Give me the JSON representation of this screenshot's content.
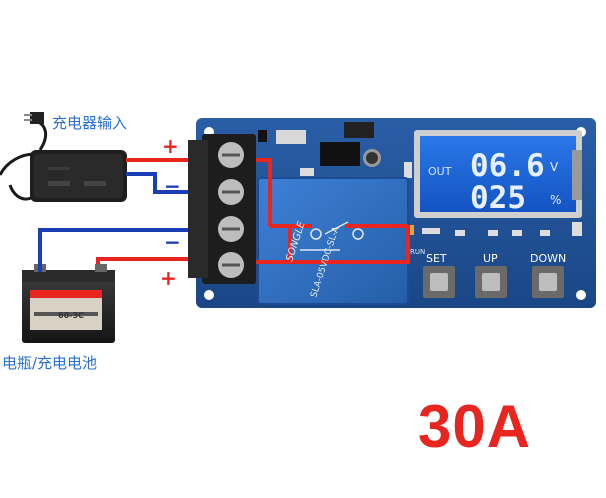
{
  "labels": {
    "charger_input": "充电器输入",
    "battery": "电瓶/充电电池",
    "rating": "30A"
  },
  "polarity": {
    "charger_plus": "+",
    "charger_minus": "−",
    "battery_minus": "−",
    "battery_plus": "+"
  },
  "lcd": {
    "out": "OUT",
    "voltage": "06.6",
    "voltage_unit": "V",
    "percent": "025",
    "percent_unit": "%"
  },
  "board": {
    "run": "RUN",
    "set": "SET",
    "up": "UP",
    "down": "DOWN",
    "relay_brand": "SONGLE",
    "relay_model": "SLA-05VDC-SL-A",
    "battery_label": "60-3C"
  },
  "colors": {
    "board": "#1f4f93",
    "wire_red": "#e8261f",
    "wire_blue": "#1a3fb5",
    "lcd": "#1e63d8",
    "relay": "#2f6fc4"
  }
}
